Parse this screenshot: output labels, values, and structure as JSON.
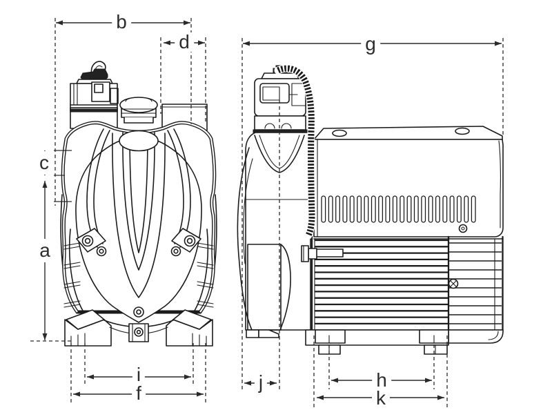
{
  "page": {
    "background": "#ffffff",
    "line_color": "#1b1b1b",
    "dim_color": "#2a2a2a"
  },
  "drawing": {
    "dimension_labels": {
      "a": "a",
      "b": "b",
      "c": "c",
      "d": "d",
      "f": "f",
      "g": "g",
      "h": "h",
      "i": "i",
      "j": "j",
      "k": "k"
    }
  }
}
